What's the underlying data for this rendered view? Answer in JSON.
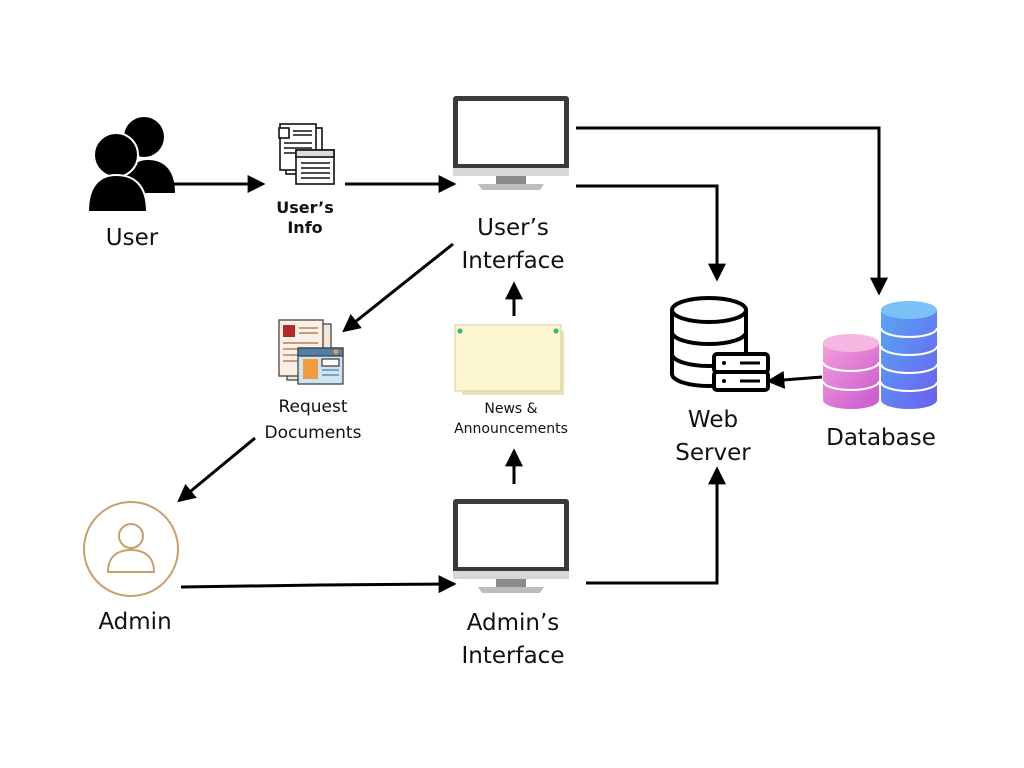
{
  "nodes": {
    "user": {
      "label": "User"
    },
    "users_info": {
      "label_line1": "User’s",
      "label_line2": "Info"
    },
    "users_interface": {
      "label_line1": "User’s",
      "label_line2": "Interface"
    },
    "request_documents": {
      "label_line1": "Request",
      "label_line2": "Documents"
    },
    "news": {
      "label_line1": "News &",
      "label_line2": "Announcements"
    },
    "web_server": {
      "label_line1": "Web",
      "label_line2": "Server"
    },
    "database": {
      "label": "Database"
    },
    "admin": {
      "label": "Admin"
    },
    "admins_interface": {
      "label_line1": "Admin’s",
      "label_line2": "Interface"
    }
  },
  "colors": {
    "line": "#000000",
    "admin_ring": "#c9a06b",
    "note": "#fbf6cf",
    "db_pink_top": "#f3a0d6",
    "db_pink_bottom": "#c956d3",
    "db_blue_top": "#58a8f4",
    "db_blue_bottom": "#6a5ef0"
  }
}
